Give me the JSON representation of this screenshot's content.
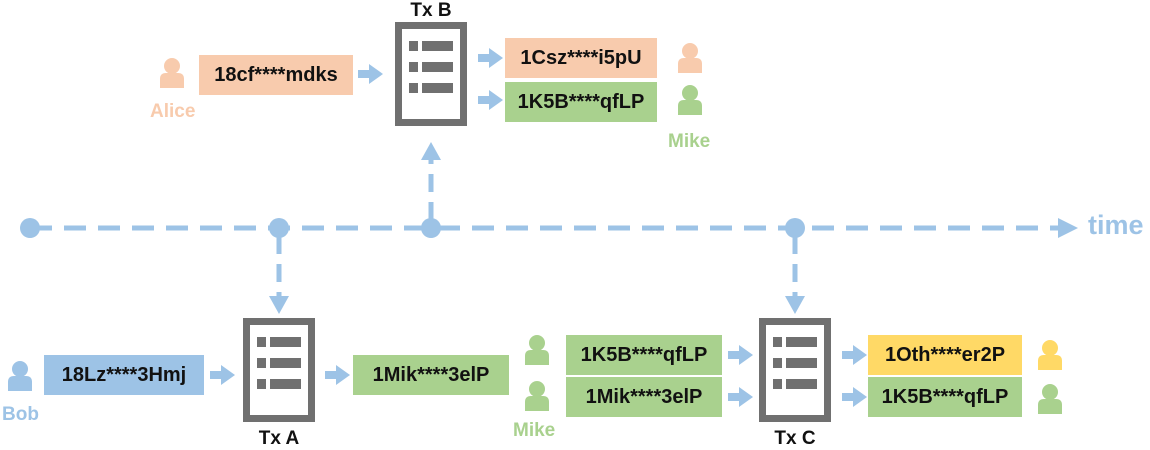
{
  "colors": {
    "timeline": "#9dc3e6",
    "orange_box": "#f8cbad",
    "green_box": "#a9d18e",
    "blue_box": "#9dc3e6",
    "yellow_box": "#ffd966",
    "orange_person": "#f8cbad",
    "green_person": "#a9d18e",
    "blue_person": "#9dc3e6",
    "yellow_person": "#ffd966",
    "tx_box": "#707070"
  },
  "timeline": {
    "label": "time"
  },
  "tx_b": {
    "label": "Tx B",
    "input": {
      "address": "18cf****mdks",
      "owner": "Alice"
    },
    "outputs": [
      {
        "address": "1Csz****i5pU",
        "owner": ""
      },
      {
        "address": "1K5B****qfLP",
        "owner": "Mike"
      }
    ]
  },
  "tx_a": {
    "label": "Tx A",
    "input": {
      "address": "18Lz****3Hmj",
      "owner": "Bob"
    },
    "output": {
      "address": "1Mik****3elP"
    }
  },
  "tx_c": {
    "label": "Tx C",
    "inputs_owner": "Mike",
    "inputs": [
      {
        "address": "1K5B****qfLP"
      },
      {
        "address": "1Mik****3elP"
      }
    ],
    "outputs": [
      {
        "address": "1Oth****er2P"
      },
      {
        "address": "1K5B****qfLP"
      }
    ]
  }
}
